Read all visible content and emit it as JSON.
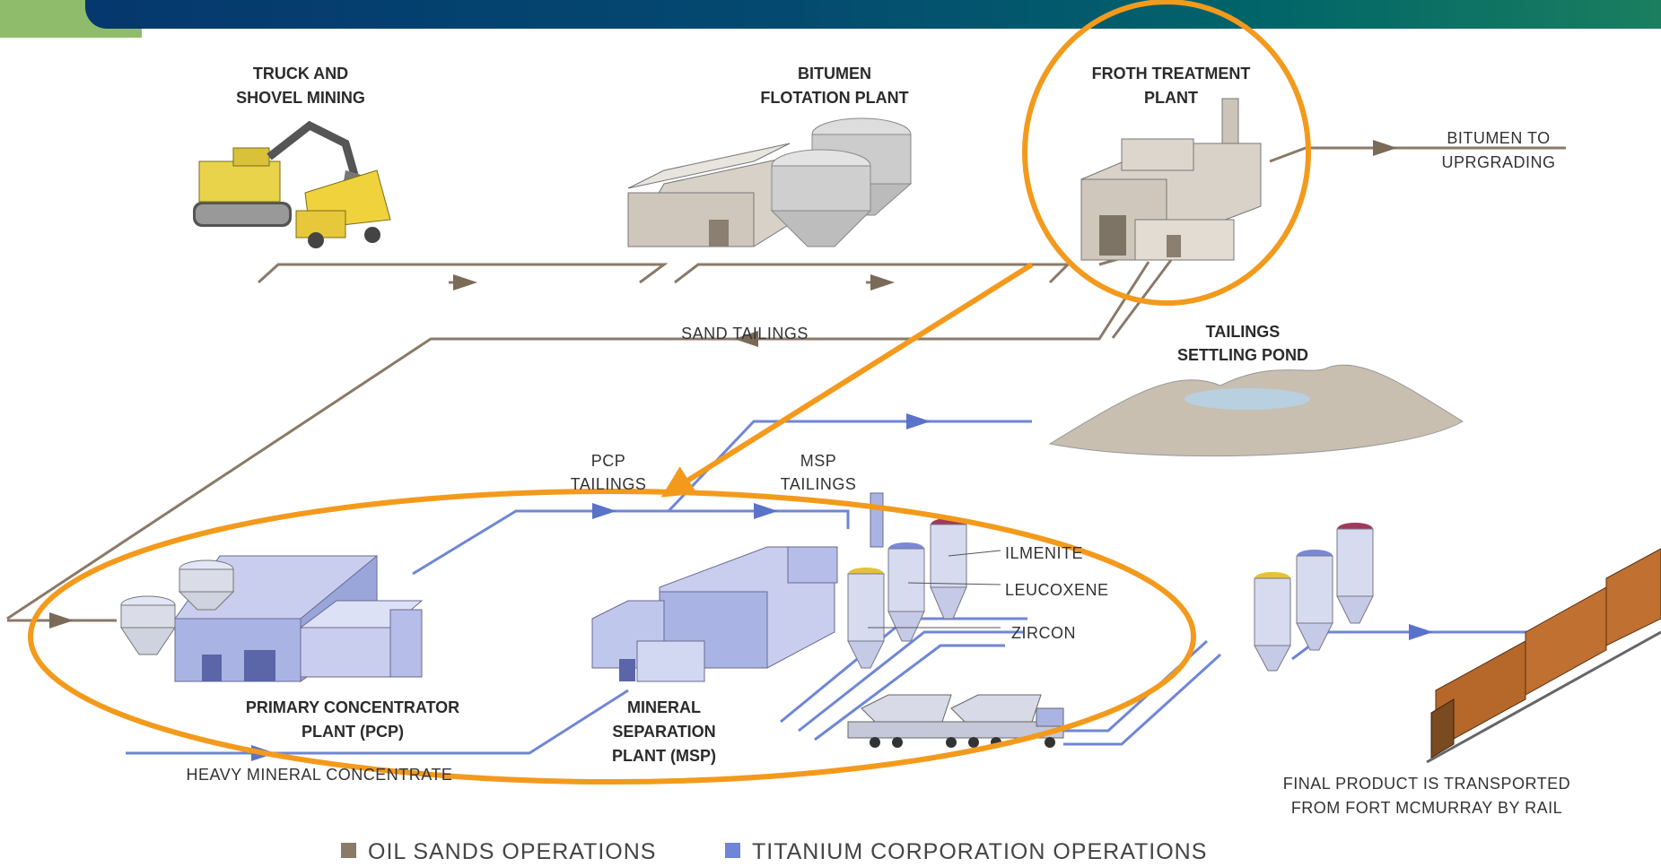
{
  "labels": {
    "truck_mining": [
      "TRUCK AND",
      "SHOVEL MINING"
    ],
    "flotation": [
      "BITUMEN",
      "FLOTATION PLANT"
    ],
    "froth": [
      "FROTH TREATMENT",
      "PLANT"
    ],
    "bitumen_upgrading": [
      "BITUMEN TO",
      "UPRGRADING"
    ],
    "sand_tailings": "SAND TAILINGS",
    "tailings_pond": [
      "TAILINGS",
      "SETTLING POND"
    ],
    "pcp_tailings": [
      "PCP",
      "TAILINGS"
    ],
    "msp_tailings": [
      "MSP",
      "TAILINGS"
    ],
    "ilmenite": "ILMENITE",
    "leucoxene": "LEUCOXENE",
    "zircon": "ZIRCON",
    "pcp": [
      "PRIMARY CONCENTRATOR",
      "PLANT (PCP)"
    ],
    "msp": [
      "MINERAL",
      "SEPARATION",
      "PLANT (MSP)"
    ],
    "heavy_mineral": "HEAVY MINERAL CONCENTRATE",
    "final_product": [
      "FINAL PRODUCT IS TRANSPORTED",
      "FROM FORT MCMURRAY BY RAIL"
    ]
  },
  "legend": {
    "oil_sands": "OIL SANDS OPERATIONS",
    "titanium": "TITANIUM CORPORATION OPERATIONS"
  },
  "colors": {
    "oil_sands_line": "#8a7a68",
    "titanium_line": "#6f86d6",
    "highlight": "#f39a1c",
    "header_blue": "#05386e",
    "header_teal": "#016569",
    "header_green": "#8fbc6a"
  }
}
